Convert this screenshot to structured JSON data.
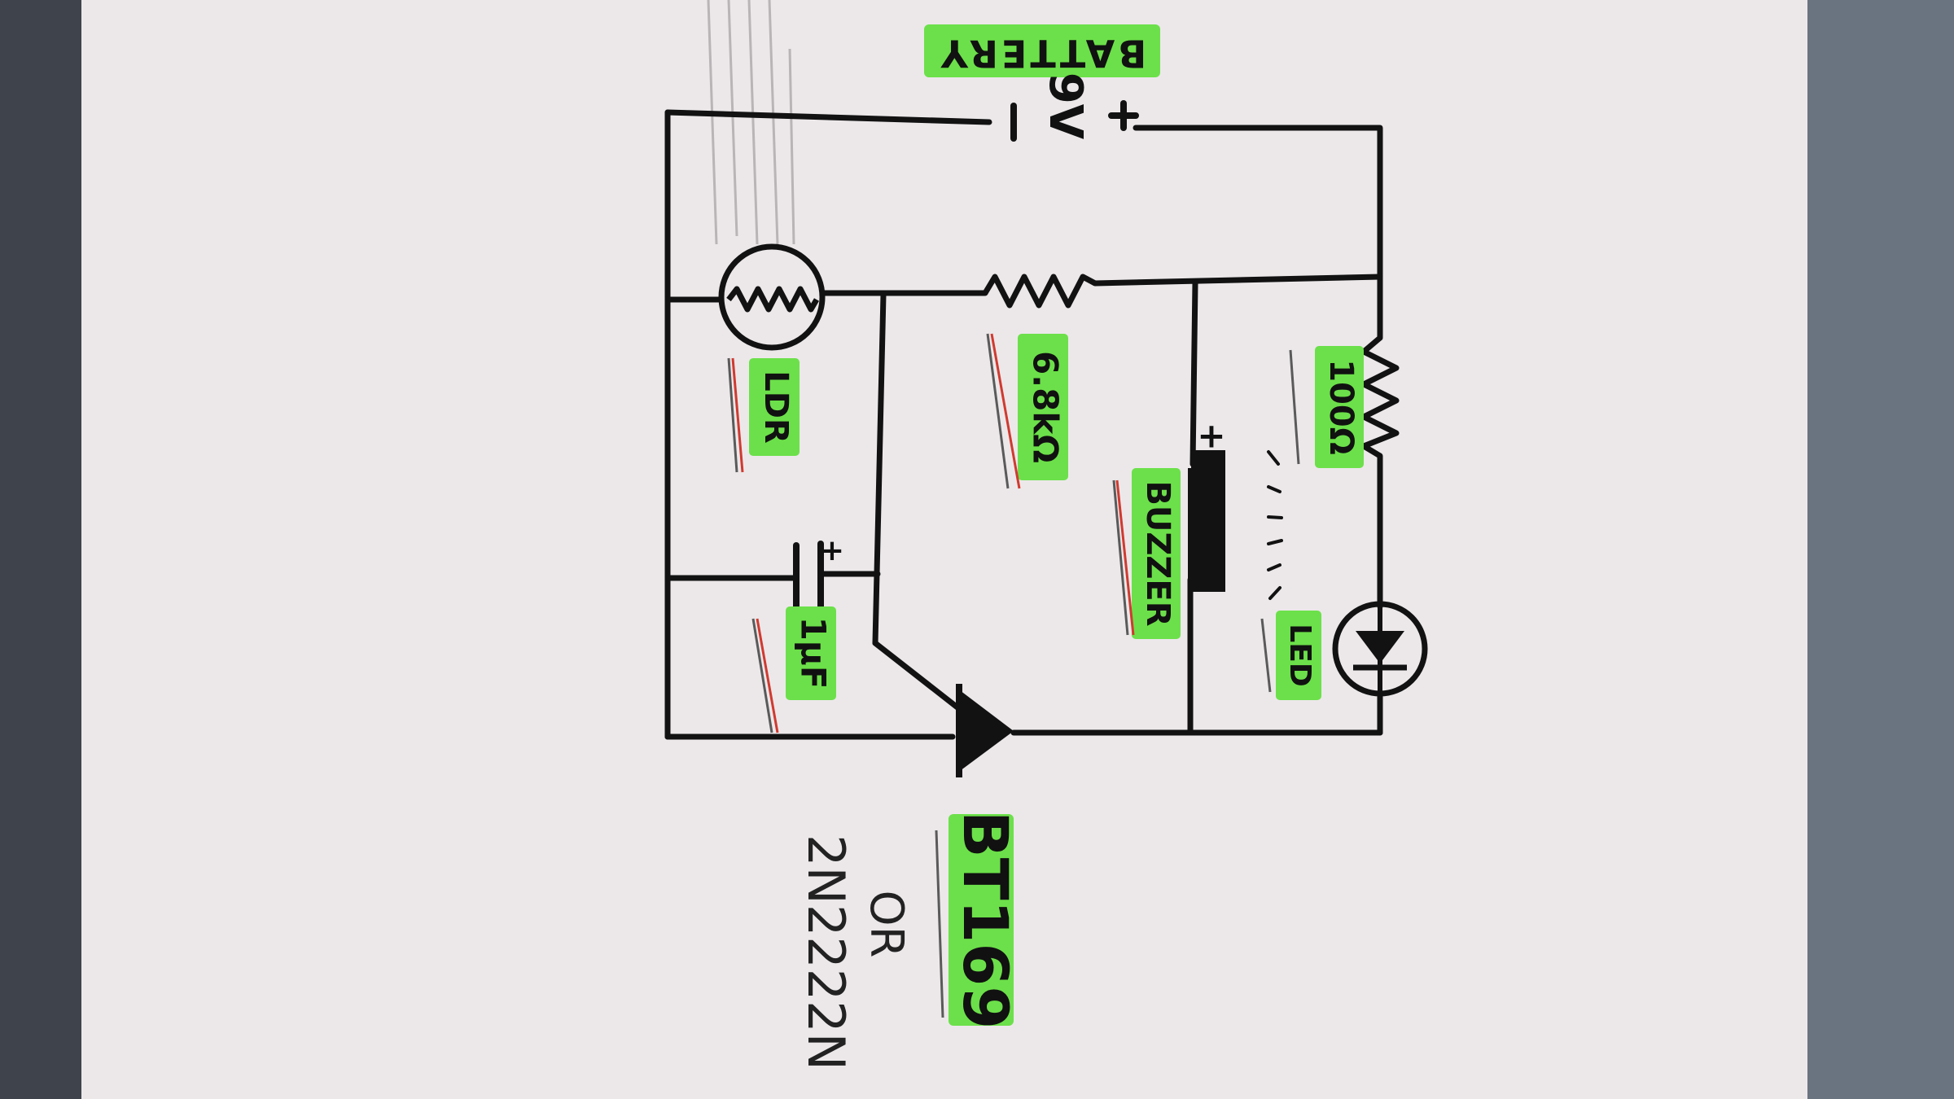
{
  "labels": {
    "battery": "BATTERY",
    "voltage": "9V",
    "plus": "+",
    "minus": "−",
    "ldr": "LDR",
    "res_top": "6.8kΩ",
    "res_100": "100Ω",
    "buzzer": "BUZZER",
    "buzzer_plus": "+",
    "led": "LED",
    "cap": "1µF",
    "cap_plus": "+",
    "scr": "BT169",
    "or": "OR",
    "alt": "2N2222N"
  },
  "colors": {
    "paper": "#ece8ea",
    "ink": "#121212",
    "highlight": "#6ce04a",
    "underline_red": "#d03a30",
    "background": "#4a4f57"
  }
}
